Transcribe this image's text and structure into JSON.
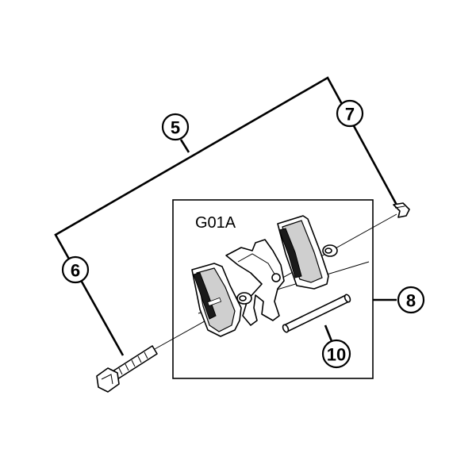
{
  "model_code": "G01A",
  "callouts": {
    "c5": "5",
    "c6": "6",
    "c7": "7",
    "c8": "8",
    "c10": "10"
  },
  "colors": {
    "line": "#000000",
    "background": "#ffffff"
  }
}
